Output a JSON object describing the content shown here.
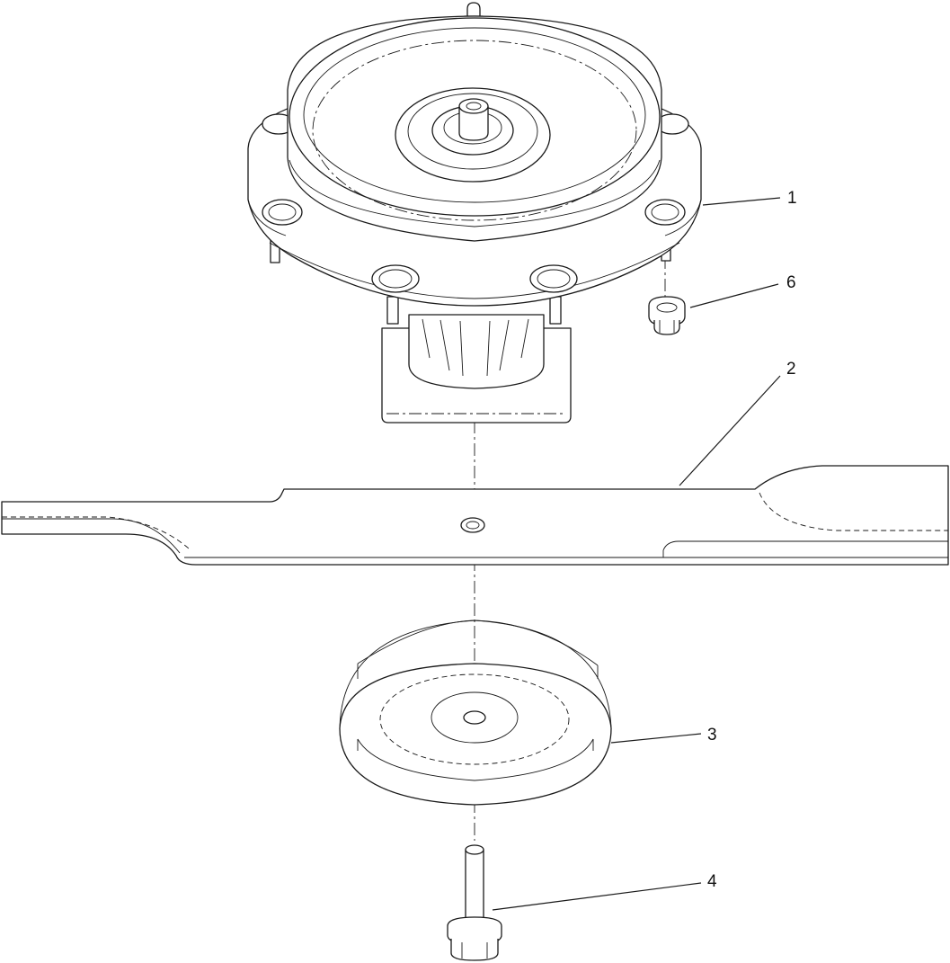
{
  "callouts": [
    {
      "id": "spindle",
      "number": "1"
    },
    {
      "id": "blade",
      "number": "2"
    },
    {
      "id": "cup",
      "number": "3"
    },
    {
      "id": "bolt",
      "number": "4"
    },
    {
      "id": "nut",
      "number": "6"
    }
  ],
  "colors": {
    "line": "#1a1a1a",
    "background": "#ffffff"
  }
}
